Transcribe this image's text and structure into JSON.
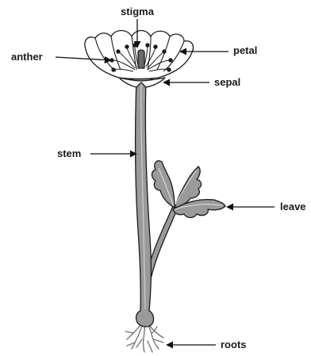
{
  "labels": {
    "stigma": "stigma",
    "anther": "anther",
    "petal": "petal",
    "sepal": "sepal",
    "stem": "stem",
    "leave": "leave",
    "roots": "roots"
  }
}
